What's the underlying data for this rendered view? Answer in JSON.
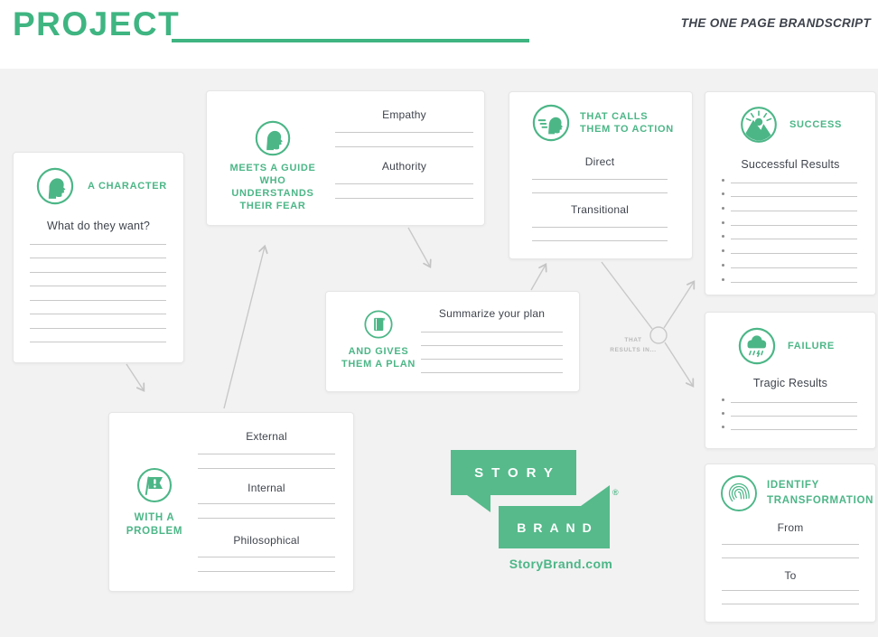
{
  "header": {
    "title": "PROJECT",
    "tagline": "THE ONE PAGE BRANDSCRIPT"
  },
  "colors": {
    "green": "#4cb687",
    "logo_green": "#56ba8b",
    "background_gray": "#f2f2f2",
    "text_dark": "#3f444d",
    "write_line_gray": "#c8c8c8",
    "connector_gray": "#c4c4c4"
  },
  "boxes": {
    "character": {
      "title": "A CHARACTER",
      "prompt": "What do they want?"
    },
    "guide": {
      "title_line1": "MEETS A GUIDE",
      "title_line2": "WHO UNDERSTANDS",
      "title_line3": "THEIR FEAR",
      "field1": "Empathy",
      "field2": "Authority"
    },
    "action": {
      "title_line1": "THAT CALLS",
      "title_line2": "THEM TO ACTION",
      "field1": "Direct",
      "field2": "Transitional"
    },
    "plan": {
      "title_line1": "AND GIVES",
      "title_line2": "THEM A PLAN",
      "prompt": "Summarize your plan"
    },
    "problem": {
      "title_line1": "WITH A",
      "title_line2": "PROBLEM",
      "field1": "External",
      "field2": "Internal",
      "field3": "Philosophical"
    },
    "success": {
      "title": "SUCCESS",
      "prompt": "Successful Results"
    },
    "failure": {
      "title": "FAILURE",
      "prompt": "Tragic Results"
    },
    "transformation": {
      "title_line1": "IDENTIFY",
      "title_line2": "TRANSFORMATION",
      "field1": "From",
      "field2": "To"
    }
  },
  "connector_label": {
    "line1": "THAT",
    "line2": "RESULTS IN..."
  },
  "logo": {
    "word1": "STORY",
    "word2": "BRAND",
    "registered": "®",
    "url": "StoryBrand.com"
  }
}
